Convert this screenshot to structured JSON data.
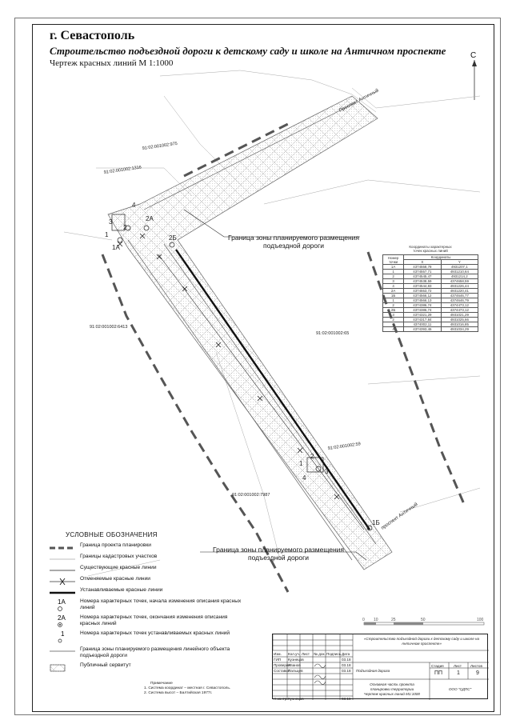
{
  "header": {
    "city": "г. Севастополь",
    "title": "Строительство подъездной дороги к детскому саду и школе на Античном проспекте",
    "subtitle": "Чертеж красных линий  М 1:1000",
    "north": "С"
  },
  "map": {
    "street_label_top": "Проспект Античный",
    "street_label_bottom": "проспект Античный",
    "parcel_labels": [
      "91:02:001002:975",
      "91:02:001002:1316",
      "91:02:001002:6413",
      "91:02:001002:65",
      "91:02:001002:59",
      "91:02:001002:7987"
    ],
    "point_labels": [
      "1",
      "2",
      "2А",
      "3",
      "4",
      "1А",
      "2Б",
      "1",
      "2",
      "3",
      "4",
      "1Б"
    ],
    "callout_top_line1": "Граница зоны планируемого размещения",
    "callout_top_line2": "подъездной дороги",
    "callout_bottom_line1": "Граница зоны планируемого размещения",
    "callout_bottom_line2": "подъездной дороги"
  },
  "coords": {
    "caption_line1": "Координаты характерных",
    "caption_line2": "точек красных линий",
    "col_point": "Номер точки",
    "col_coords": "Координаты",
    "col_x": "X",
    "col_y": "Y",
    "rows": [
      [
        "1А",
        "4374558,78",
        "4931207,1"
      ],
      [
        "1",
        "4374557,71",
        "4931210,64"
      ],
      [
        "2",
        "4374545,47",
        "4931214,2"
      ],
      [
        "3",
        "4374538,59",
        "4374658,59"
      ],
      [
        "4",
        "4374544,83",
        "4931226,44"
      ],
      [
        "2А",
        "4374553,72",
        "4931220,41"
      ],
      [
        "1Б",
        "4374566,12",
        "4374646,77"
      ],
      [
        "1",
        "4374566,13",
        "4374646,79"
      ],
      [
        "2",
        "4374386,74",
        "4374473,12"
      ],
      [
        "2Б",
        "4374386,74",
        "4374473,12"
      ],
      [
        "3",
        "4374321,29",
        "4931021,29"
      ],
      [
        "2",
        "4374317,84",
        "4931025,66"
      ],
      [
        "3",
        "4374002,11",
        "4931016,85"
      ],
      [
        "4",
        "4374393,46",
        "4931034,29"
      ]
    ]
  },
  "legend": {
    "title": "УСЛОВНЫЕ ОБОЗНАЧЕНИЯ",
    "items": [
      "Граница проекта планировки",
      "Границы кадастровых участков",
      "Существующие красные линии",
      "Отменяемые красные линии",
      "Устанавливаемые красные линии",
      "Номера характерных точек, начала изменения описания красных линий",
      "Номера характерных точек, окончания изменения описания красных линий",
      "Номера характерных точек устанавливаемых красных линий",
      "Граница зоны планируемого размещения линейного объекта подъездной дороги",
      "Публичный сервитут"
    ],
    "sym_1A": "1А",
    "sym_2A": "2А",
    "sym_1": "1"
  },
  "notes": {
    "title": "Примечание",
    "line1": "1. Система координат – местная г. Севастополь.",
    "line2": "2. Система высот – Балтийская 1977г."
  },
  "scalebar": {
    "t0": "0",
    "t1": "10",
    "t2": "25",
    "t3": "50",
    "t4": "100"
  },
  "stamp": {
    "project": "«Строительство подъездной дороги к детскому саду и школе на Античном проспекте»",
    "h_izm": "Изм.",
    "h_kol": "Кол.уч.",
    "h_list": "Лист",
    "h_doc": "№ док.",
    "h_sign": "Подпись",
    "h_date": "Дата",
    "r1_role": "ГИП",
    "r1_name": "Кузнецов",
    "r1_date": "03.18",
    "r2_role": "Проверил",
    "r2_name": "Иванов",
    "r2_date": "03.18",
    "r3_role": "Составил",
    "r3_name": "Пальцев",
    "r3_date": "03.18",
    "r4_role": "Н.контр.",
    "r4_name": "Кузнецов",
    "r4_date": "03.18",
    "object": "Подъездная дорога",
    "h_stage": "Стадия",
    "h_sheet": "Лист",
    "h_sheets": "Листов",
    "stage": "ПП",
    "sheet": "1",
    "sheets": "9",
    "drawing1": "Основная часть проекта",
    "drawing2": "планировки территории",
    "drawing3": "Чертеж красных линий М1:1000",
    "org": "ООО \"СДПС\""
  }
}
